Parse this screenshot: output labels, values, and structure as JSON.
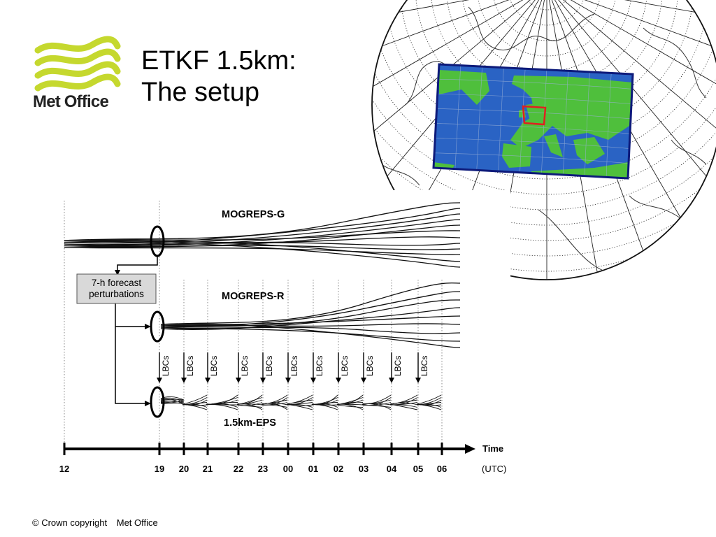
{
  "slide": {
    "title_line1": "ETKF 1.5km:",
    "title_line2": "The setup",
    "logo_text": "Met Office",
    "footer_copyright": "© Crown copyright",
    "footer_org": "Met Office"
  },
  "colors": {
    "logo_green": "#c5d82e",
    "ocean": "#2a63c4",
    "land": "#4fbf3c",
    "domain_border": "#0d1a7a",
    "uk_box": "#e02020"
  },
  "diagram": {
    "global_label": "MOGREPS-G",
    "regional_label": "MOGREPS-R",
    "eps_label": "1.5km-EPS",
    "perturbation_box_line1": "7-h forecast",
    "perturbation_box_line2": "perturbations",
    "lbc_label": "LBCs",
    "time_label": "Time",
    "utc_label": "(UTC)",
    "time_ticks": [
      "12",
      "19",
      "20",
      "21",
      "22",
      "23",
      "00",
      "01",
      "02",
      "03",
      "04",
      "05",
      "06"
    ]
  }
}
